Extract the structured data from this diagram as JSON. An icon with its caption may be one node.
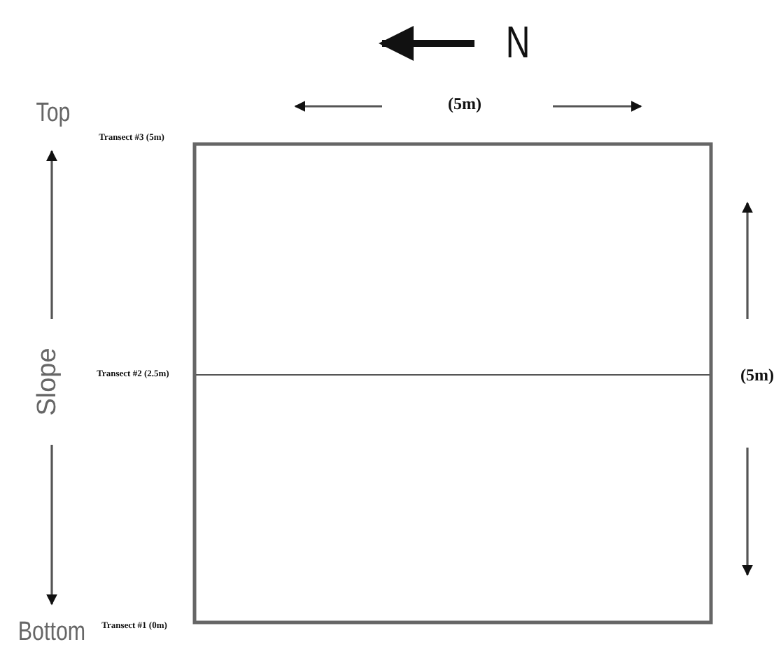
{
  "diagram": {
    "labels": [
      "N",
      "(5m)",
      "Top",
      "Transect #3 (5m)",
      "Slope",
      "Transect #2 (2.5m)",
      "(5m)",
      "Transect #1 (0m)",
      "Bottom"
    ]
  }
}
